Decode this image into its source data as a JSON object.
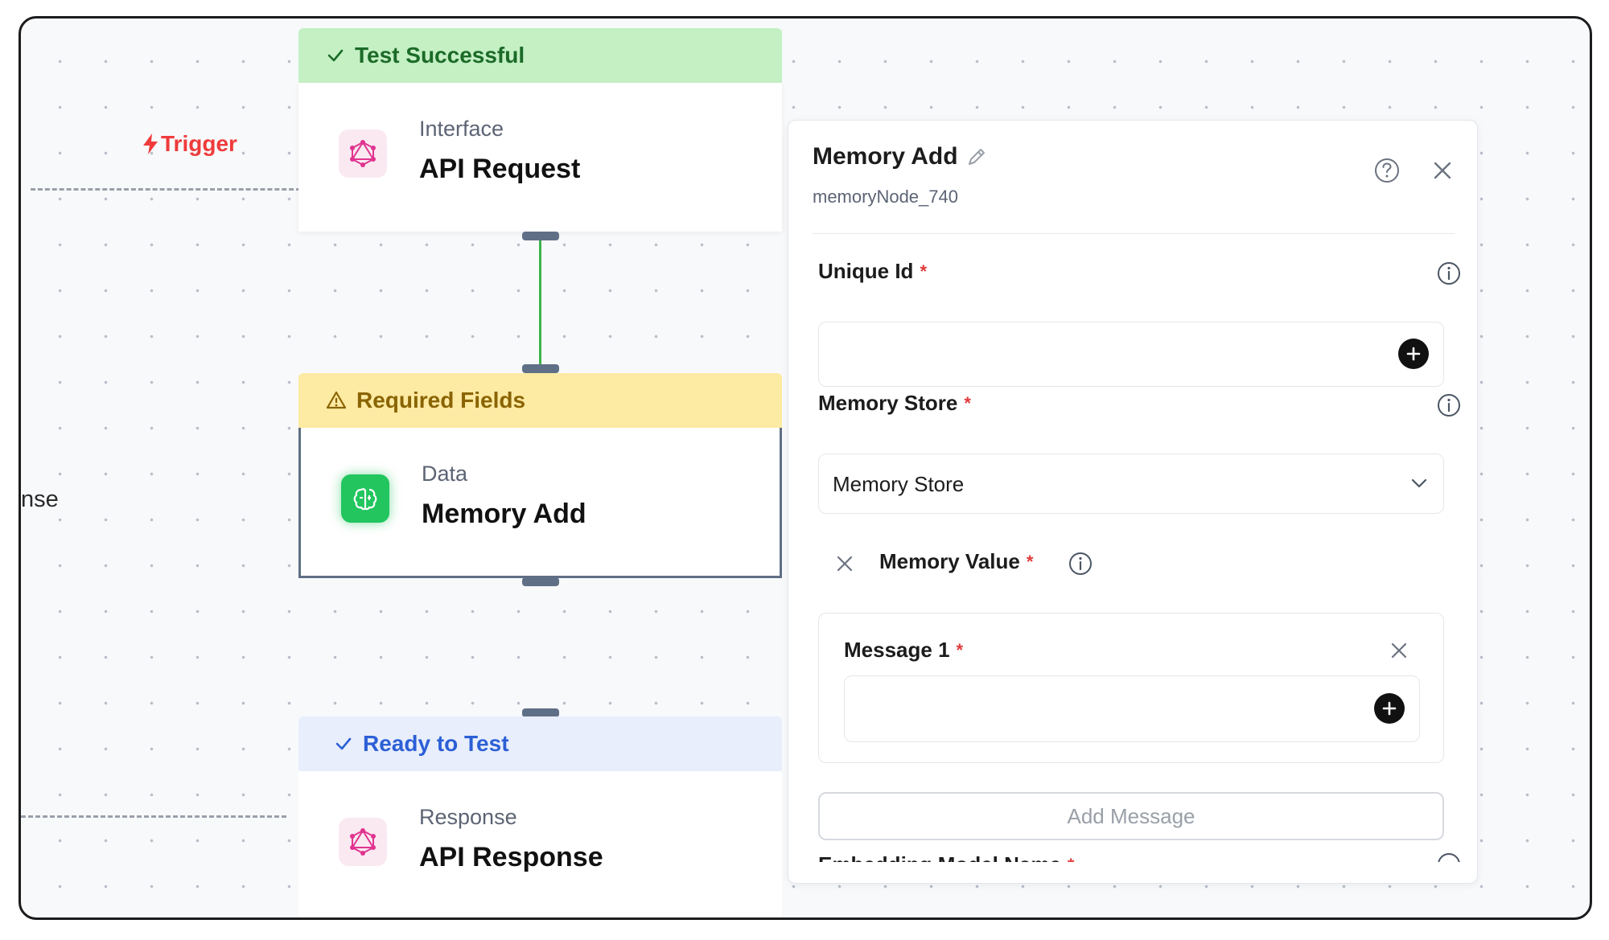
{
  "canvas": {
    "trigger_label": "Trigger",
    "edge_label": "nse"
  },
  "nodes": {
    "api_request": {
      "status": "Test Successful",
      "category": "Interface",
      "title": "API Request",
      "status_color": "#c4f0c4"
    },
    "memory_add": {
      "status": "Required Fields",
      "category": "Data",
      "title": "Memory Add",
      "status_color": "#fdeaa3"
    },
    "api_response": {
      "status": "Ready to Test",
      "category": "Response",
      "title": "API Response",
      "status_color": "#e8eefb"
    }
  },
  "panel": {
    "title": "Memory Add",
    "node_id": "memoryNode_740",
    "fields": {
      "unique_id": {
        "label": "Unique Id",
        "value": ""
      },
      "memory_store": {
        "label": "Memory Store",
        "selected": "Memory Store"
      },
      "memory_value": {
        "label": "Memory Value"
      },
      "message_1": {
        "label": "Message 1",
        "value": ""
      },
      "embedding_model": {
        "label": "Embedding Model Name"
      }
    },
    "add_message_label": "Add Message",
    "required_marker": "*"
  },
  "icons": {
    "node_icon_interface": "graphql-icon",
    "node_icon_data": "brain-icon",
    "node_icon_response": "graphql-icon"
  }
}
